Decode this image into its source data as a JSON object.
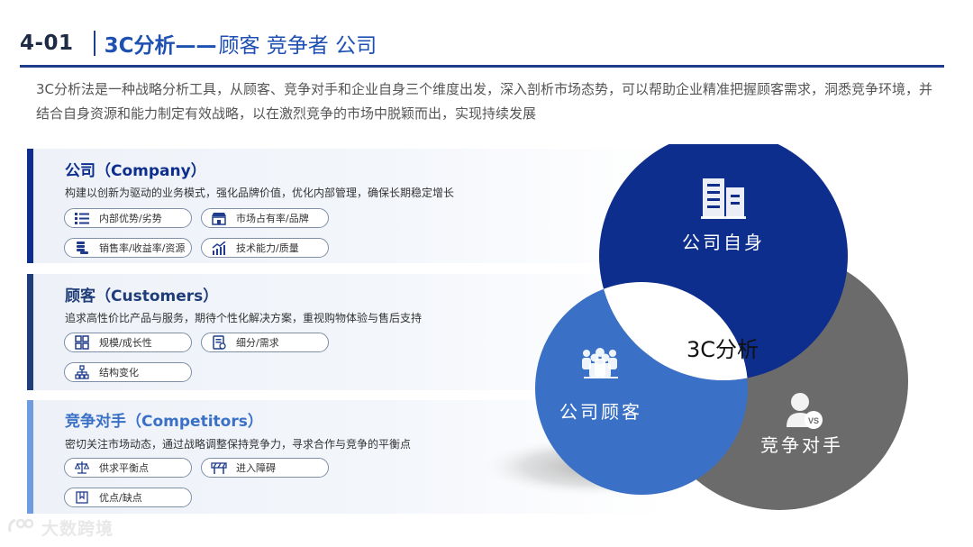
{
  "header": {
    "number": "4-01",
    "title_main": "3C分析——",
    "title_sub": "顾客 竞争者 公司"
  },
  "intro": "3C分析法是一种战略分析工具，从顾客、竞争对手和企业自身三个维度出发，深入剖析市场态势，可以帮助企业精准把握顾客需求，洞悉竞争环境，并结合自身资源和能力制定有效战略，以在激烈竞争的市场中脱颖而出，实现持续发展",
  "cards": [
    {
      "title": "公司（Company）",
      "desc": "构建以创新为驱动的业务模式，强化品牌价值，优化内部管理，确保长期稳定增长",
      "pills": [
        "内部优势/劣势",
        "市场占有率/品牌",
        "销售率/收益率/资源",
        "技术能力/质量"
      ]
    },
    {
      "title": "顾客（Customers）",
      "desc": "追求高性价比产品与服务，期待个性化解决方案，重视购物体验与售后支持",
      "pills": [
        "规模/成长性",
        "细分/需求",
        "结构变化"
      ]
    },
    {
      "title": "竞争对手（Competitors）",
      "desc": "密切关注市场动态，通过战略调整保持竞争力，寻求合作与竞争的平衡点",
      "pills": [
        "供求平衡点",
        "进入障碍",
        "优点/缺点"
      ]
    }
  ],
  "venn": {
    "company": "公司自身",
    "customers": "公司顾客",
    "competitors": "竞争对手",
    "center": "3C分析"
  },
  "watermark": "大数跨境",
  "colors": {
    "navy": "#0e2e8e",
    "blue": "#3a71c6",
    "gray": "#6b6b6b",
    "light_blue": "#6f9be0"
  }
}
